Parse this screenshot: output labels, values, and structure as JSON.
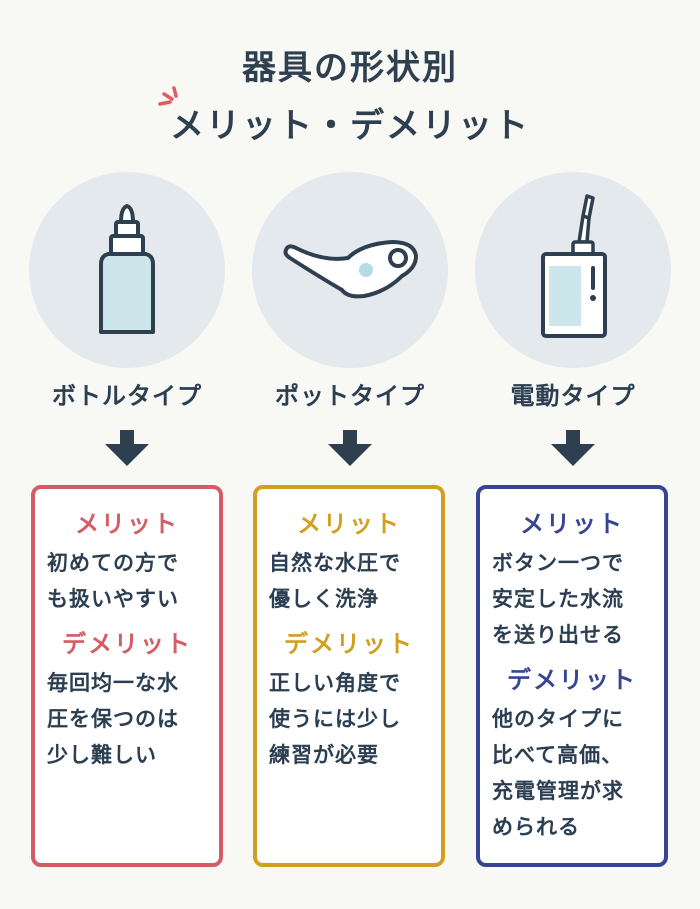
{
  "title": {
    "line1": "器具の形状別",
    "line2": "メリット・デメリット"
  },
  "colors": {
    "title": "#2e3f50",
    "circle": "#e4e9ee",
    "accent": "#e25a62",
    "bottle_card": "#d45c64",
    "pot_card": "#d2a021",
    "electric_card": "#384593",
    "text": "#2b3e52"
  },
  "types": [
    {
      "label": "ボトルタイプ",
      "icon": "bottle-icon",
      "merit_heading": "メリット",
      "merit_text": "初めての方で\nも扱いやすい",
      "demerit_heading": "デメリット",
      "demerit_text": "毎回均一な水\n圧を保つのは\n少し難しい"
    },
    {
      "label": "ポットタイプ",
      "icon": "neti-pot-icon",
      "merit_heading": "メリット",
      "merit_text": "自然な水圧で\n優しく洗浄",
      "demerit_heading": "デメリット",
      "demerit_text": "正しい角度で\n使うには少し\n練習が必要"
    },
    {
      "label": "電動タイプ",
      "icon": "electric-irrigator-icon",
      "merit_heading": "メリット",
      "merit_text": "ボタン一つで\n安定した水流\nを送り出せる",
      "demerit_heading": "デメリット",
      "demerit_text": "他のタイプに\n比べて高価、\n充電管理が求\nめられる"
    }
  ]
}
